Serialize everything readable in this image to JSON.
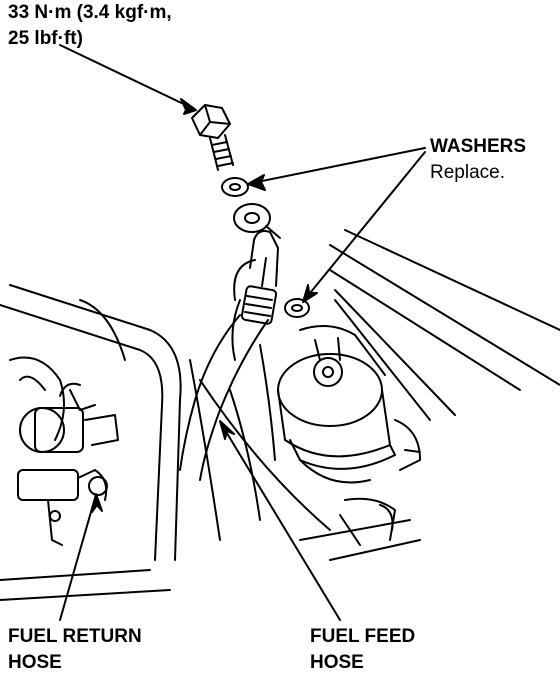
{
  "torque_label": {
    "line1": "33 N·m (3.4 kgf·m,",
    "line2": "25 lbf·ft)"
  },
  "washers_label": {
    "title": "WASHERS",
    "note": "Replace."
  },
  "fuel_return_hose_label": {
    "line1": "FUEL RETURN",
    "line2": "HOSE"
  },
  "fuel_feed_hose_label": {
    "line1": "FUEL FEED",
    "line2": "HOSE"
  }
}
